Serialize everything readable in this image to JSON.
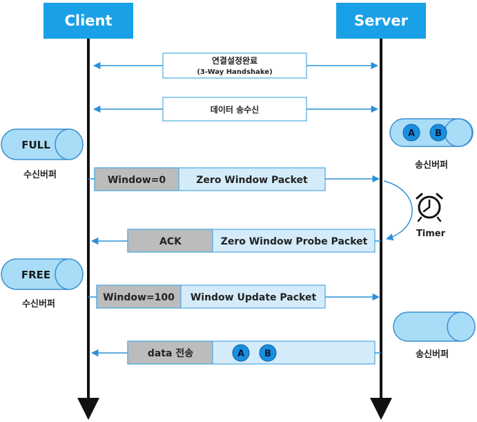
{
  "client": {
    "title": "Client"
  },
  "server": {
    "title": "Server"
  },
  "messages": {
    "handshake_line1": "연결설정완료",
    "handshake_line2": "(3-Way Handshake)",
    "data_transfer": "데이터 송수신",
    "zero_window_field": "Window=0",
    "zero_window_packet": "Zero Window Packet",
    "ack_field": "ACK",
    "probe_packet": "Zero Window Probe Packet",
    "update_field": "Window=100",
    "update_packet": "Window Update Packet",
    "data_send_field": "data 전송",
    "data_item_a": "A",
    "data_item_b": "B"
  },
  "buffers": {
    "client_full_state": "FULL",
    "client_free_state": "FREE",
    "client_label_1": "수신버퍼",
    "client_label_2": "수신버퍼",
    "server_label_1": "송신버퍼",
    "server_label_2": "송신버퍼",
    "server_item_a": "A",
    "server_item_b": "B"
  },
  "timer": {
    "label": "Timer"
  },
  "colors": {
    "header_blue": "#1aa0e6",
    "pill_blue": "#a9dcf7",
    "pill_border": "#3a8fd0",
    "packet_fill": "#d4ecfa",
    "packet_border": "#4aa8e0",
    "field_gray": "#bcbcbc",
    "arrow_blue": "#2b90d9",
    "circle_blue": "#1a8fe0"
  }
}
